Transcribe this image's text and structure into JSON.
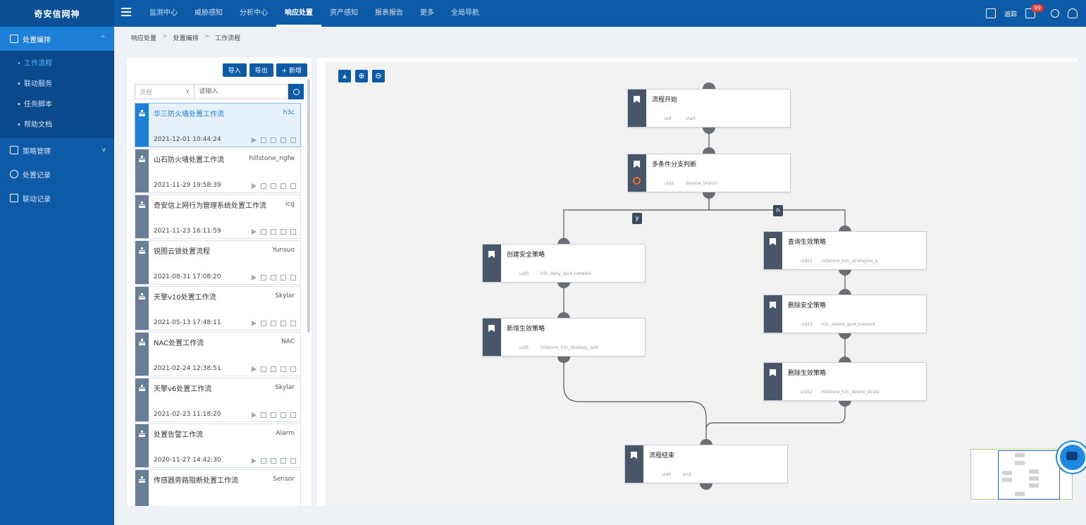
{
  "app": {
    "brand": "奇安信网神"
  },
  "topnav": {
    "items": [
      "监测中心",
      "威胁感知",
      "分析中心",
      "响应处置",
      "资产感知",
      "报表报告",
      "更多",
      "全局导航"
    ],
    "active_index": 3,
    "right_text": "追踪",
    "badge": "99"
  },
  "sidebar": {
    "groups": [
      {
        "label": "处置编排",
        "open": true,
        "subitems": [
          "工作流程",
          "联动服务",
          "任务脚本",
          "帮助文档"
        ],
        "active_sub": 0
      },
      {
        "label": "策略管理"
      },
      {
        "label": "处置记录"
      },
      {
        "label": "联动记录"
      }
    ]
  },
  "breadcrumb": [
    "响应处置",
    "处置编排",
    "工作流程"
  ],
  "list": {
    "buttons": {
      "import": "导入",
      "export": "导出",
      "add": "+ 新增"
    },
    "filter_value": "流程",
    "search_placeholder": "请输入",
    "cards": [
      {
        "title": "华三防火墙处置工作流",
        "code": "h3c",
        "time": "2021-12-01 10:44:24",
        "active": true
      },
      {
        "title": "山石防火墙处置工作流",
        "code": "hillstone_ngfw",
        "time": "2021-11-29 19:58:39"
      },
      {
        "title": "奇安信上网行为管理系统处置工作流",
        "code": "icg",
        "time": "2021-11-23 16:11:59"
      },
      {
        "title": "锐图云锁处置流程",
        "code": "Yunsuo",
        "time": "2021-08-31 17:08:20"
      },
      {
        "title": "天擎v10处置工作流",
        "code": "Skylar",
        "time": "2021-05-13 17:48:11"
      },
      {
        "title": "NAC处置工作流",
        "code": "NAC",
        "time": "2021-02-24 12:38:51"
      },
      {
        "title": "天擎v6处置工作流",
        "code": "Skylar",
        "time": "2021-02-23 11:18:20"
      },
      {
        "title": "处置告警工作流",
        "code": "Alarm",
        "time": "2020-11-27 14:42:30"
      },
      {
        "title": "传感器旁路阻断处置工作流",
        "code": "Sensor",
        "time": ""
      }
    ]
  },
  "flow": {
    "nodes": [
      {
        "id": "start",
        "name": "流程开始",
        "uid": "uid",
        "key": "start"
      },
      {
        "id": "branch",
        "name": "多条件分支判断",
        "uid": "uid2",
        "key": "diverse_branch"
      },
      {
        "id": "create",
        "name": "创建安全策略",
        "uid": "uid3",
        "key": "h3c_deny_ipv4_network"
      },
      {
        "id": "add",
        "name": "新增生效策略",
        "uid": "uid5",
        "key": "hillstone_h3c_strategy_add"
      },
      {
        "id": "query",
        "name": "查询生效策略",
        "uid": "uid22",
        "key": "hillstone_h3c_strategies_q"
      },
      {
        "id": "delsec",
        "name": "删除安全策略",
        "uid": "uid23",
        "key": "h3c_delete_ipv4_network"
      },
      {
        "id": "deleff",
        "name": "删除生效策略",
        "uid": "uid32",
        "key": "hillstone_h3c_delete_strate"
      },
      {
        "id": "end",
        "name": "流程结束",
        "uid": "uid4",
        "key": "end"
      }
    ],
    "branch_labels": {
      "yes": "y",
      "no": "n"
    }
  },
  "colors": {
    "primary": "#0d5aa7",
    "accent": "#1e7fd9",
    "node_side": "#475669"
  }
}
